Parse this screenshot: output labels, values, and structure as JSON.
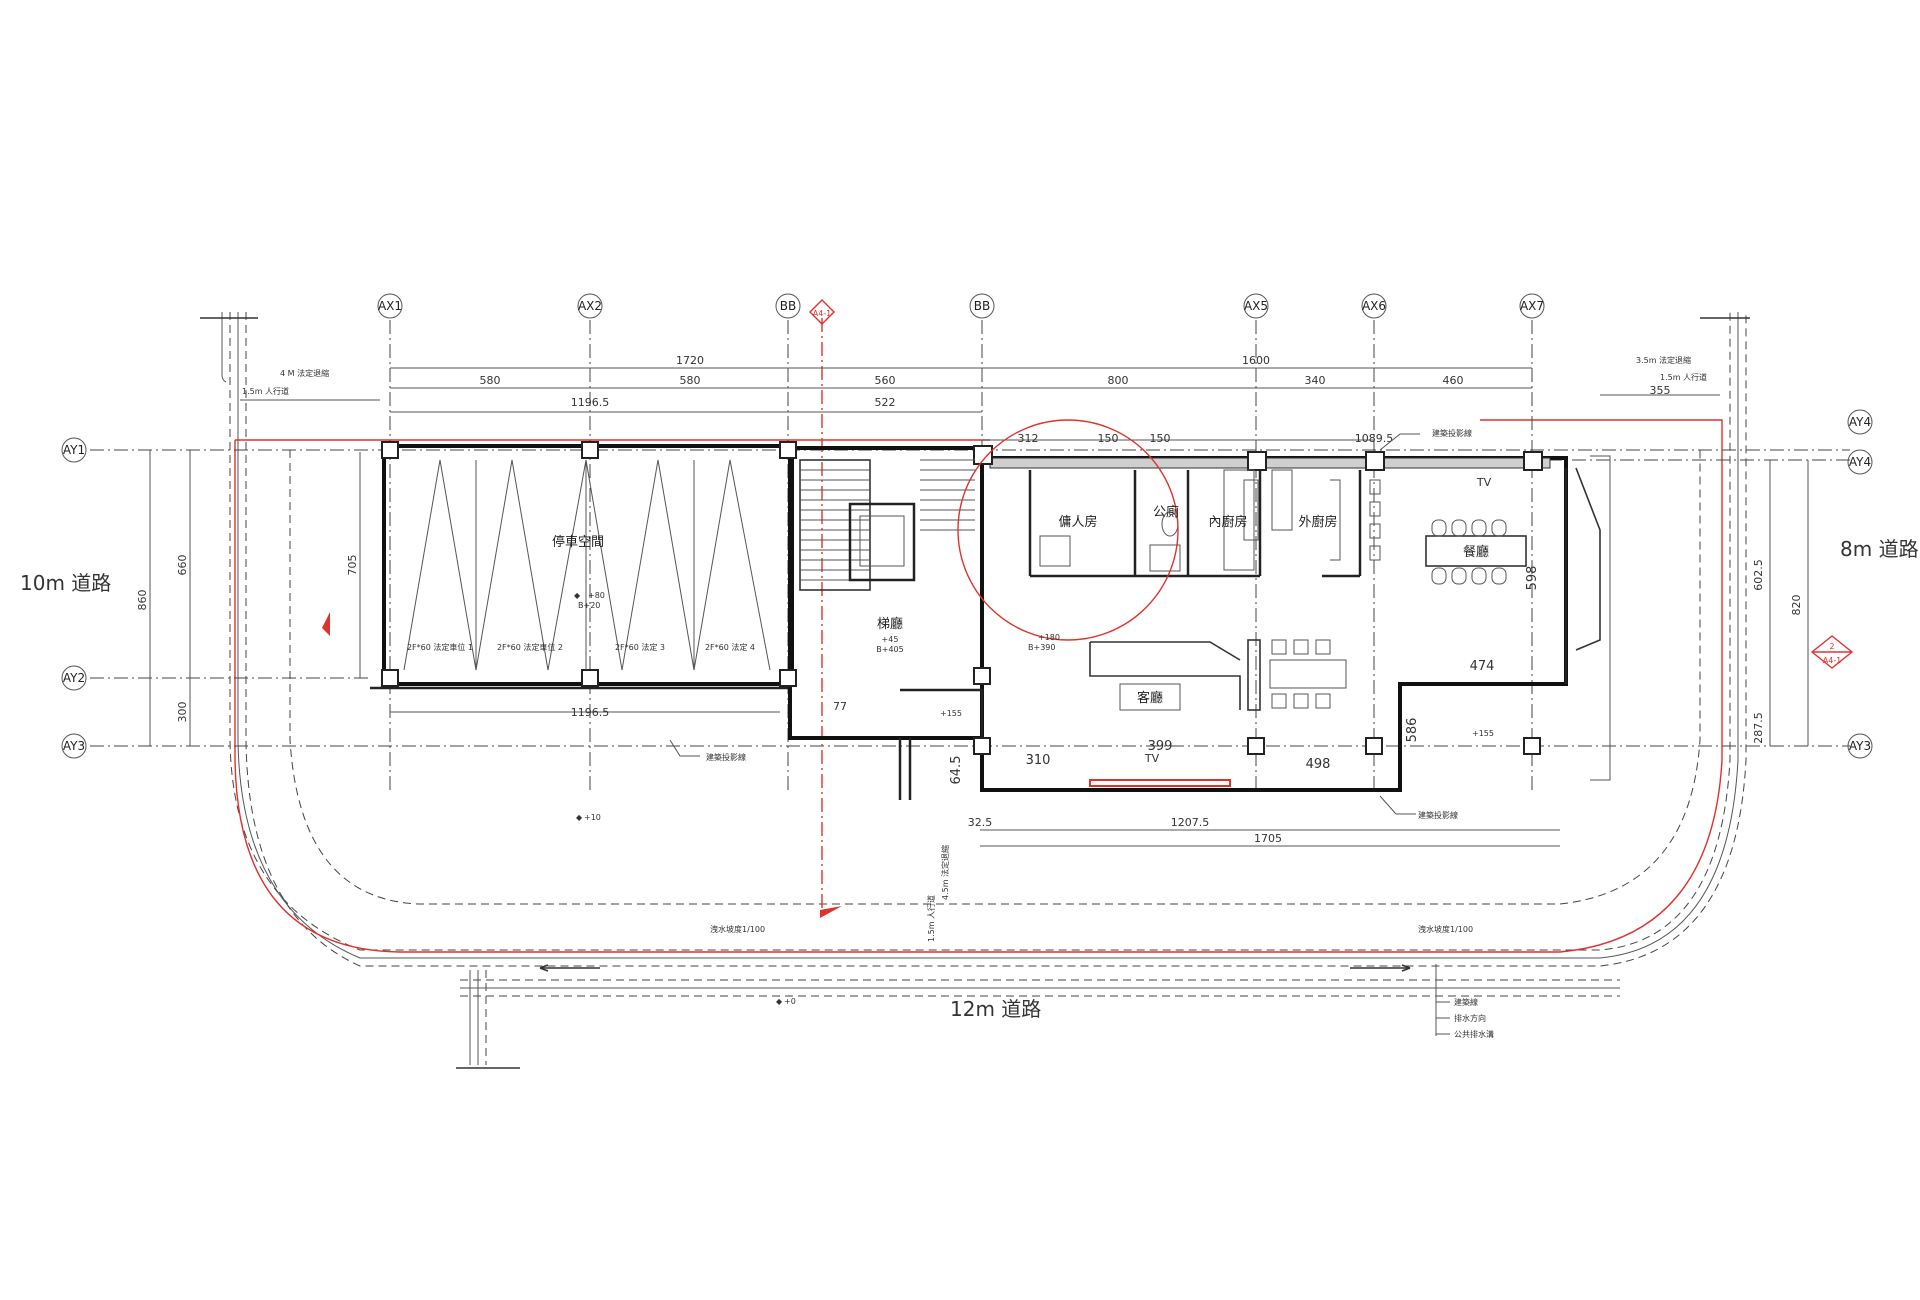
{
  "roads": {
    "left": "10m 道路",
    "right": "8m 道路",
    "bottom": "12m 道路"
  },
  "grid": {
    "ax1": "AX1",
    "ax2": "AX2",
    "bb1": "BB",
    "bb2": "BB",
    "ax5": "AX5",
    "ax6": "AX6",
    "ax7": "AX7",
    "ay1": "AY1",
    "ay2": "AY2",
    "ay3": "AY3",
    "ay4": "AY4"
  },
  "rooms": {
    "parking": "停車空間",
    "foyer": "梯廳",
    "servant": "傭人房",
    "toilet": "公廁",
    "inner_kitchen": "內廚房",
    "outer_kitchen": "外廚房",
    "dining": "餐廳",
    "living": "客廳",
    "tv1": "TV",
    "tv2": "TV"
  },
  "levels": {
    "parking": "+80",
    "parking_b": "B+20",
    "foyer": "+45",
    "foyer_b": "B+405",
    "living": "+180",
    "living_b": "B+390",
    "entry": "+155",
    "east": "+155",
    "yard": "+10",
    "road": "+0"
  },
  "parking_slots": [
    "2F*60\n法定車位 1",
    "2F*60\n法定車位 2",
    "2F*60\n法定 3",
    "2F*60\n法定 4"
  ],
  "dimensions": {
    "top_total": "1720",
    "top_right_total": "1600",
    "d580a": "580",
    "d580b": "580",
    "d560": "560",
    "d800": "800",
    "d340": "340",
    "d460": "460",
    "d1196_top": "1196.5",
    "d522": "522",
    "d312": "312",
    "d150a": "150",
    "d150b": "150",
    "d1089": "1089.5",
    "left_860": "860",
    "left_660": "660",
    "left_300": "300",
    "inner_705": "705",
    "d1196_bottom": "1196.5",
    "d77": "77",
    "d474": "474",
    "d586": "586",
    "d598": "598",
    "d310": "310",
    "d399": "399",
    "d498": "498",
    "d64": "64.5",
    "d32": "32.5",
    "d1207": "1207.5",
    "d1705": "1705",
    "right_820": "820",
    "right_602": "602.5",
    "right_287": "287.5",
    "setback_355": "355"
  },
  "notes": {
    "setback_left_top": "4 M 法定退縮",
    "sidewalk_left": "1.5m 人行道",
    "setback_right_top": "3.5m 法定退縮",
    "sidewalk_right": "1.5m 人行道",
    "sidewalk_bottom": "1.5m 人行道",
    "setback_bottom": "4.5m 法定退縮",
    "projection_1": "建築投影線",
    "projection_2": "建築投影線",
    "projection_3": "建築投影線",
    "slope_left": "洩水坡度1/100",
    "slope_right": "洩水坡度1/100"
  },
  "legend": {
    "item1": "建築線",
    "item2": "排水方向",
    "item3": "公共排水溝"
  },
  "section_mark": {
    "num": "2",
    "sheet": "A4-1"
  },
  "colors": {
    "red_line": "#e0322d",
    "line": "#333333"
  }
}
